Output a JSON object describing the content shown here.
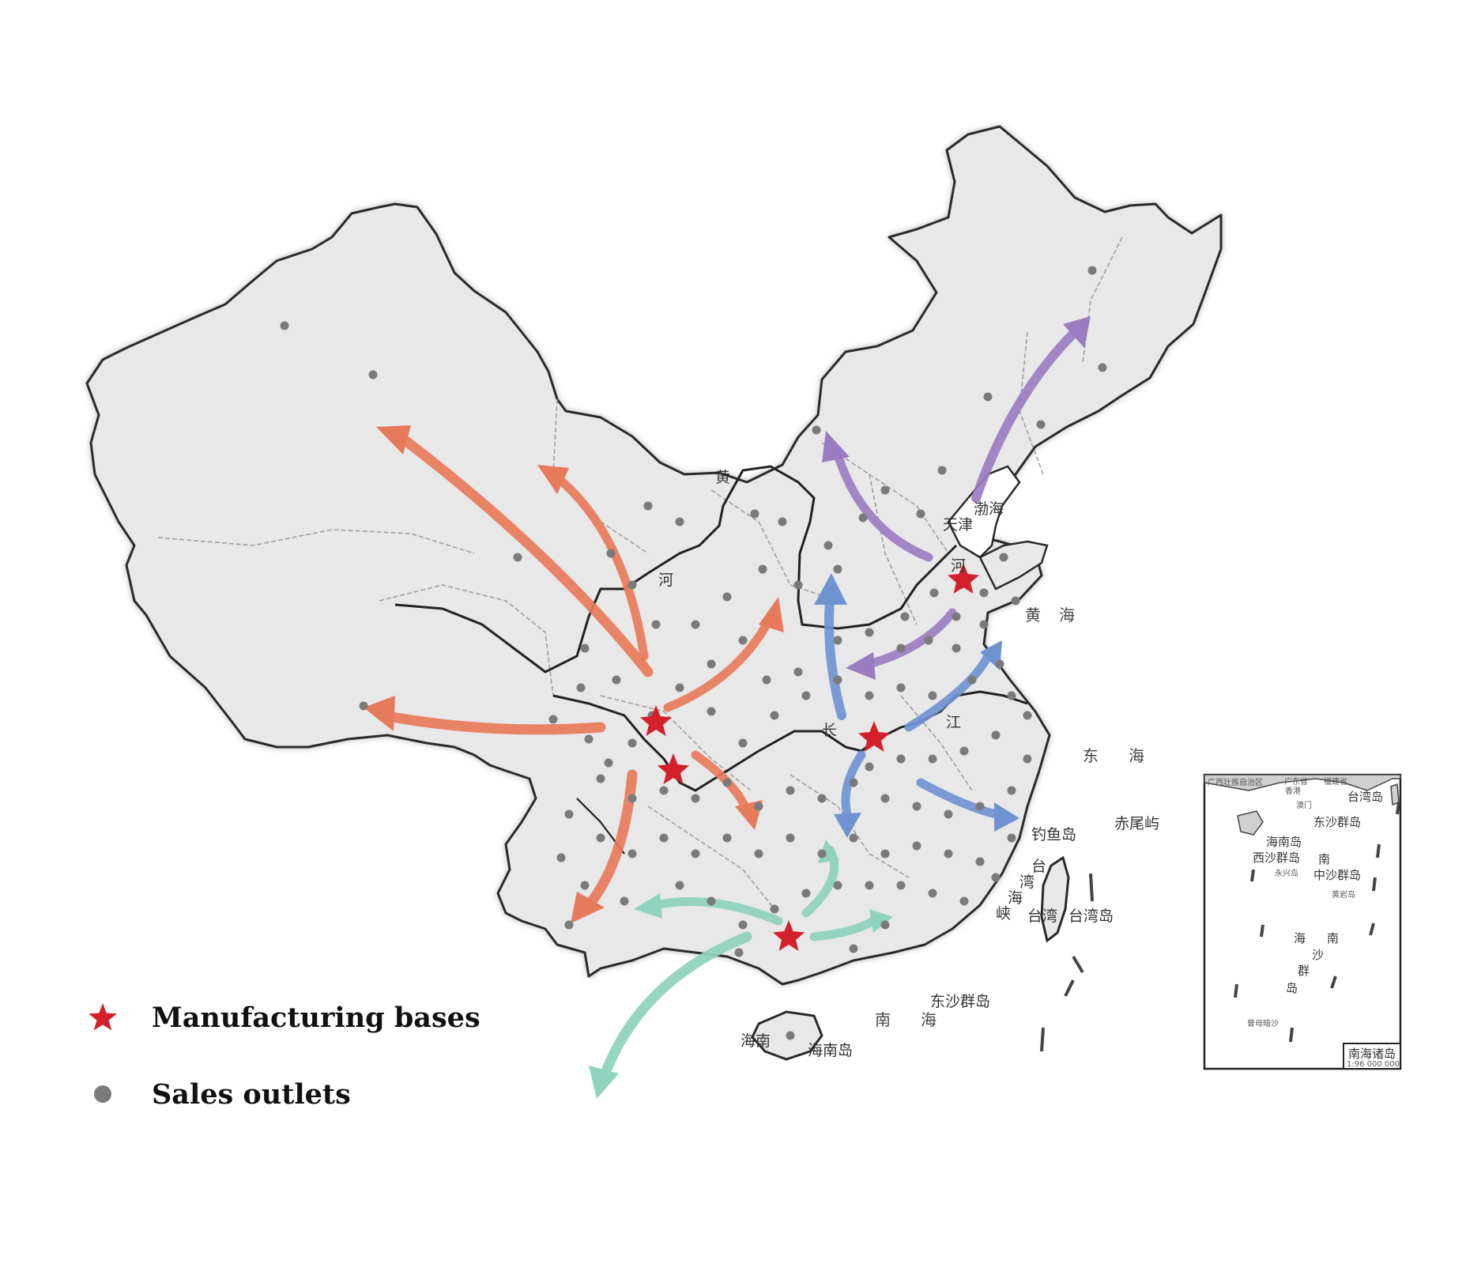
{
  "legend": {
    "manufacturing_label": "Manufacturing bases",
    "sales_label": "Sales outlets",
    "manufacturing_color": "#d4202a",
    "sales_color": "#7a7a7a"
  },
  "colors": {
    "west_route": "#e77a5a",
    "north_route": "#9a7cc0",
    "east_route": "#6f93d1",
    "south_route": "#8fd3bf",
    "land": "#e7e7e7",
    "border": "#1a1a1a"
  },
  "map_labels": {
    "tianjin": "天津",
    "bohai": "渤海",
    "yellow_sea_1": "黄",
    "yellow_sea_2": "海",
    "yellow_river_1": "黄",
    "yellow_river_2": "河",
    "hebei": "河",
    "yangtze_1": "长",
    "yangtze_2": "江",
    "east_sea_1": "东",
    "east_sea_2": "海",
    "diaoyu": "钓鱼岛",
    "chiwei": "赤尾屿",
    "taiwan_strait_1": "台",
    "taiwan_strait_2": "湾",
    "taiwan_strait_3": "海",
    "taiwan_strait_4": "峡",
    "taiwan": "台湾",
    "taiwan_island": "台湾岛",
    "dongsha": "东沙群岛",
    "south_sea_1": "南",
    "south_sea_2": "海",
    "hainan": "海南",
    "hainan_island": "海南岛"
  },
  "inset": {
    "title": "南海诸岛",
    "scale": "1:96 000 000",
    "guangxi": "广西壮族自治区",
    "guangdong": "广东省",
    "fujian": "福建省",
    "hongkong": "香港",
    "macau": "澳门",
    "taiwan_island": "台湾岛",
    "hainan_island": "海南岛",
    "dongsha": "东沙群岛",
    "xisha": "西沙群岛",
    "yongxing": "永兴岛",
    "nan": "南",
    "zhongsha": "中沙群岛",
    "huangyan": "黄岩岛",
    "hai": "海",
    "nan2": "南",
    "sha": "沙",
    "qun": "群",
    "dao": "岛",
    "zengmu": "曾母暗沙"
  }
}
